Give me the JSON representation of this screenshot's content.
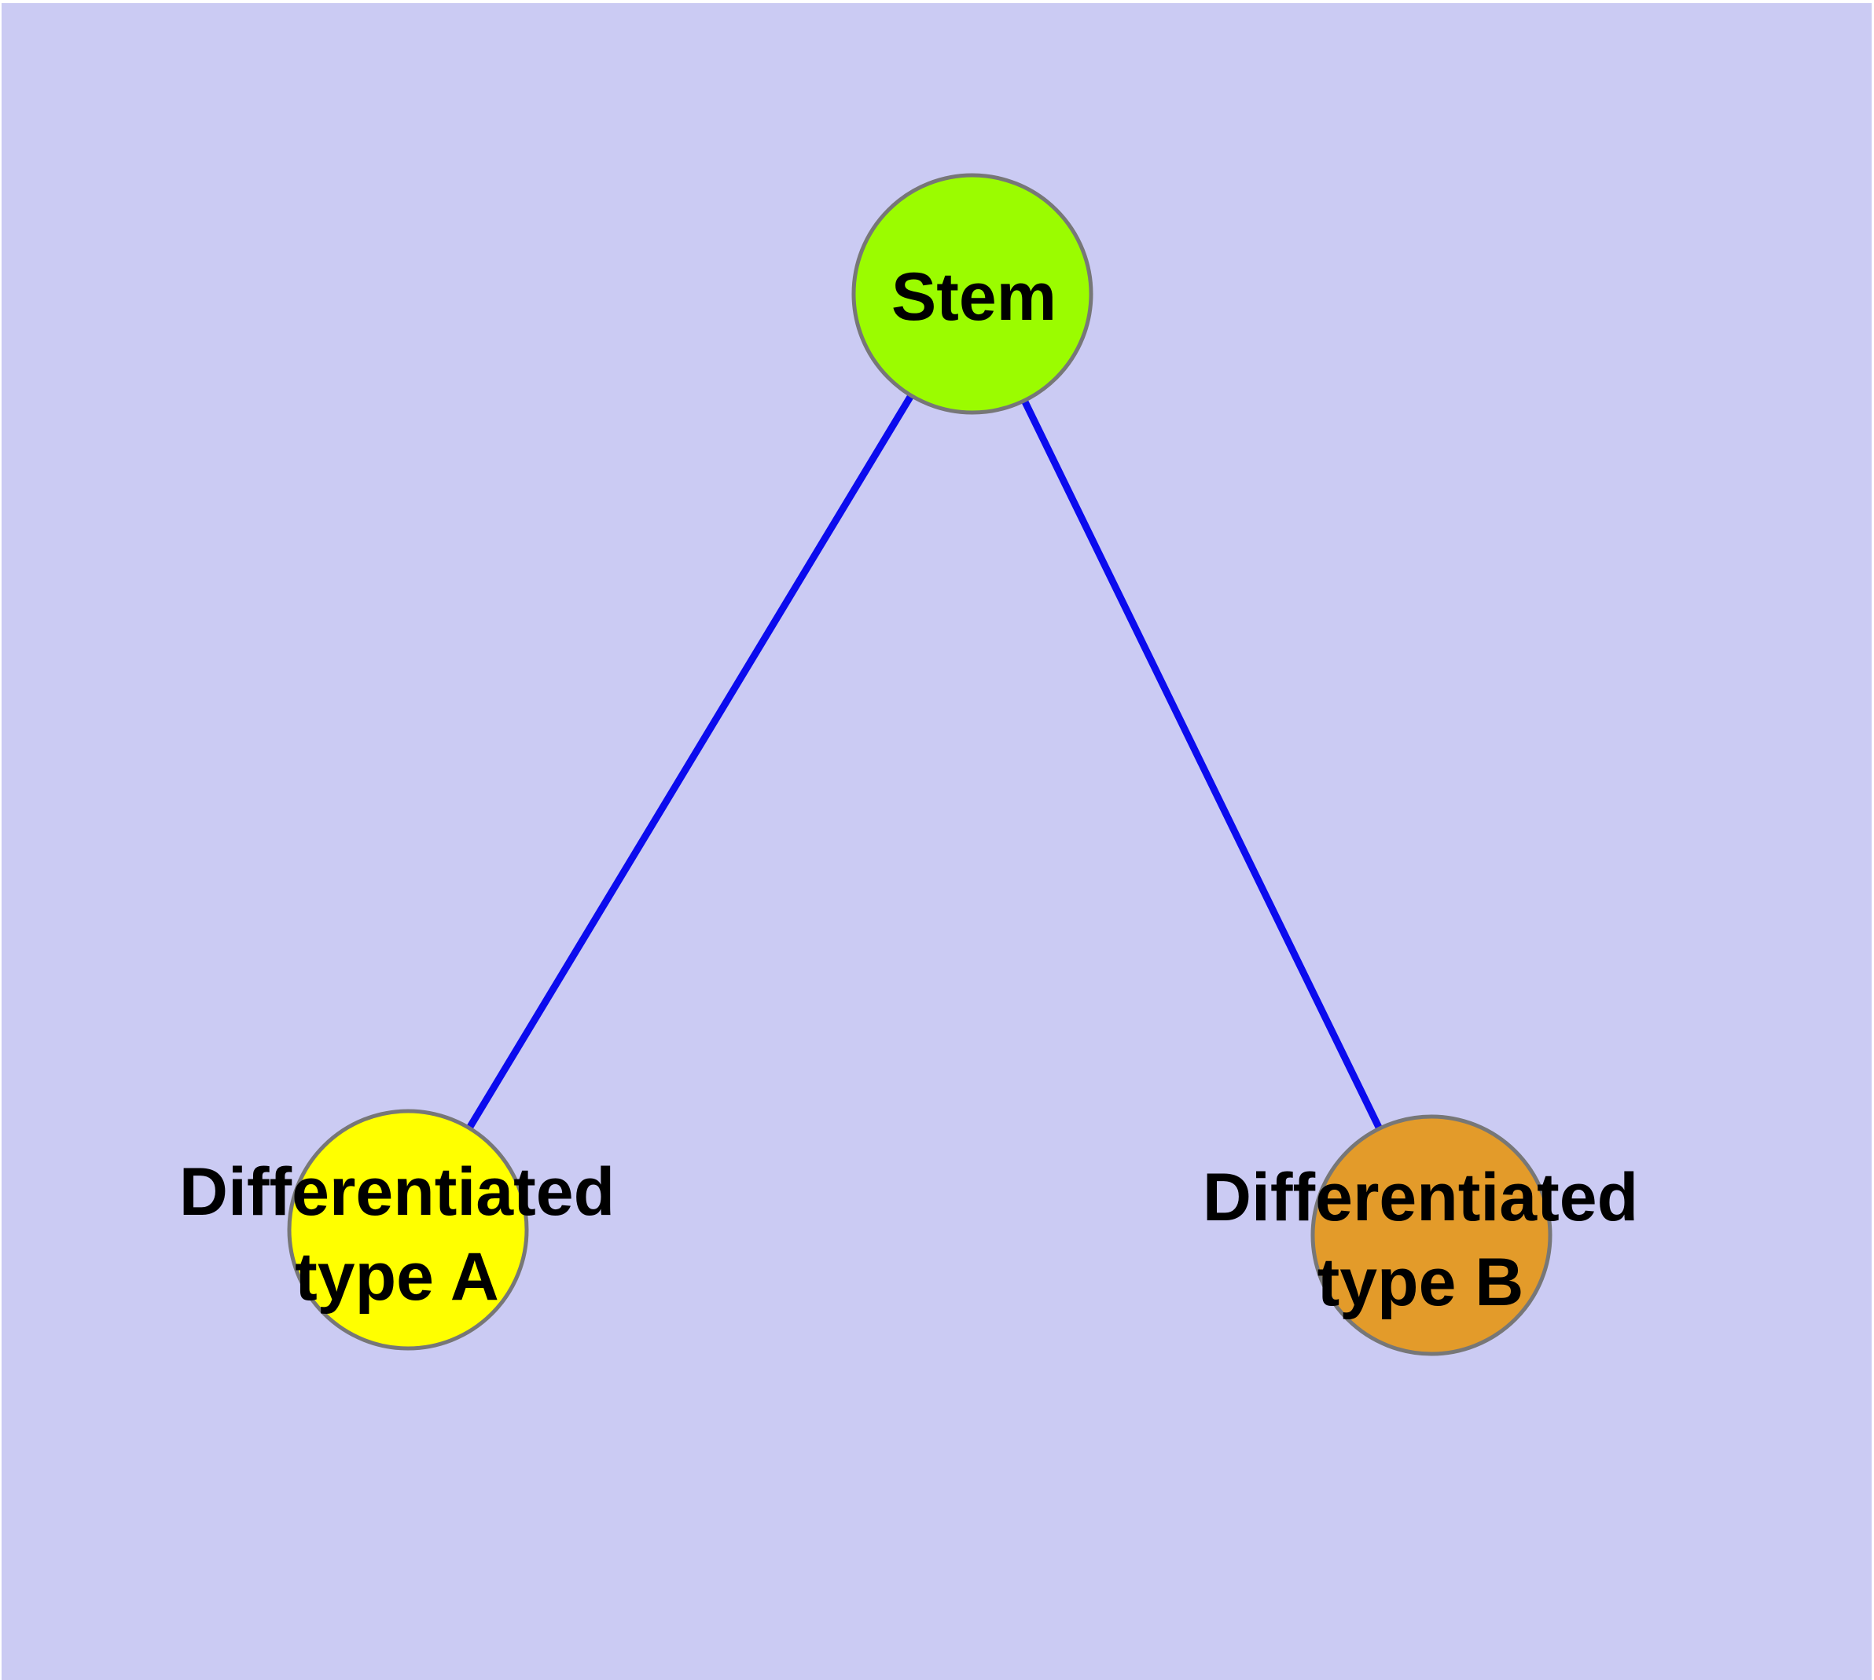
{
  "canvas": {
    "background_color": "#CBCBF3",
    "frame_color": "#FFFFFF"
  },
  "nodes": [
    {
      "id": "stem",
      "label": "Stem",
      "fill": "#9BFC00",
      "border_color": "#777777"
    },
    {
      "id": "differentiated-type-a",
      "label_line1": "Differentiated",
      "label_line2": "type A",
      "fill": "#FFFF00",
      "border_color": "#777777"
    },
    {
      "id": "differentiated-type-b",
      "label_line1": "Differentiated",
      "label_line2": "type B",
      "fill": "#E39B2A",
      "border_color": "#777777"
    }
  ],
  "edges": [
    {
      "id": "stem-to-type-a",
      "from": "Stem",
      "to": "Differentiated type A",
      "color": "#0B0BEE"
    },
    {
      "id": "stem-to-type-b",
      "from": "Stem",
      "to": "Differentiated type B",
      "color": "#0B0BEE"
    }
  ]
}
